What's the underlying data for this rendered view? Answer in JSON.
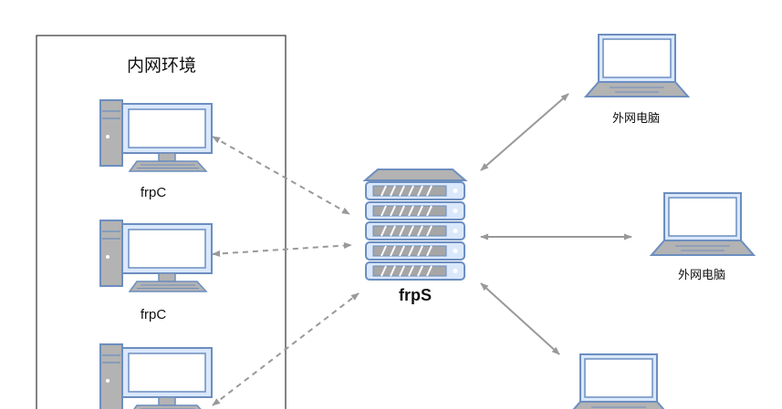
{
  "lan": {
    "title": "内网环境"
  },
  "clients": [
    {
      "label": "frpC"
    },
    {
      "label": "frpC"
    },
    {
      "label": ""
    }
  ],
  "server": {
    "label": "frpS"
  },
  "peers": [
    {
      "label": "外网电脑"
    },
    {
      "label": "外网电脑"
    },
    {
      "label": ""
    }
  ],
  "colors": {
    "device_fill": "#dae8fc",
    "device_stroke": "#6c8ebf",
    "device_gray": "#b3b3b3",
    "connector": "#999999",
    "border": "#333333"
  },
  "icons": [
    "desktop-computer-icon",
    "rack-server-icon",
    "laptop-icon"
  ]
}
